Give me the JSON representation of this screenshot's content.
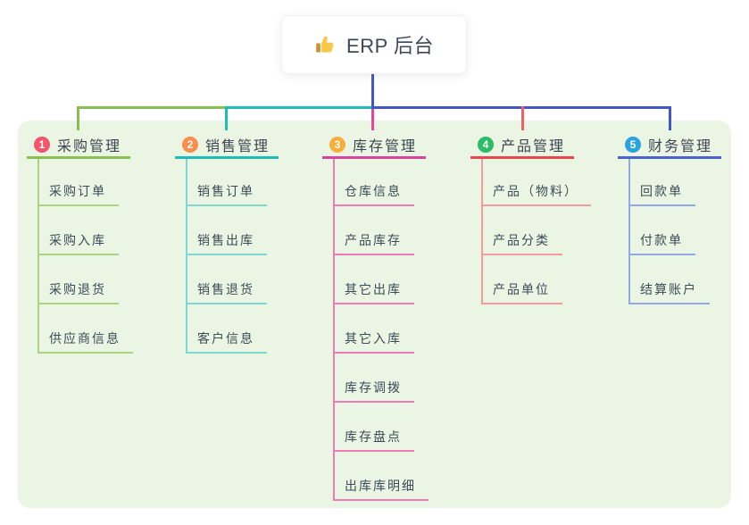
{
  "root": {
    "icon": "thumbs-up-icon",
    "title": "ERP 后台"
  },
  "colors": {
    "page_bg": "#ffffff",
    "panel_bg": "#eaf6e3",
    "trunk": "#4356c9",
    "root_text": "#3d4757",
    "branch_title_text": "#3b4551",
    "child_text": "#3d4a57",
    "thumb_hand": "#f7c84c",
    "thumb_cuff": "#c9943c"
  },
  "branches": [
    {
      "num": "1",
      "title": "采购管理",
      "badge_color": "#f2566b",
      "line_color": "#89bf50",
      "drop_color": "#89bf50",
      "child_line_color": "#abd47f",
      "children": [
        "采购订单",
        "采购入库",
        "采购退货",
        "供应商信息"
      ]
    },
    {
      "num": "2",
      "title": "销售管理",
      "badge_color": "#fb8d4d",
      "line_color": "#1ebdb7",
      "drop_color": "#1ebdb7",
      "child_line_color": "#80d6d0",
      "children": [
        "销售订单",
        "销售出库",
        "销售退货",
        "客户信息"
      ]
    },
    {
      "num": "3",
      "title": "库存管理",
      "badge_color": "#f9ae3c",
      "line_color": "#d8439d",
      "drop_color": "#e8459b",
      "child_line_color": "#ee7ab8",
      "children": [
        "仓库信息",
        "产品库存",
        "其它出库",
        "其它入库",
        "库存调拨",
        "库存盘点",
        "出库库明细"
      ]
    },
    {
      "num": "4",
      "title": "产品管理",
      "badge_color": "#29bd67",
      "line_color": "#e9474f",
      "drop_color": "#ef5f66",
      "child_line_color": "#f49aa1",
      "children": [
        "产品（物料）",
        "产品分类",
        "产品单位"
      ]
    },
    {
      "num": "5",
      "title": "财务管理",
      "badge_color": "#2ba3dd",
      "line_color": "#4a63ce",
      "drop_color": "#4356c9",
      "child_line_color": "#93a9e4",
      "children": [
        "回款单",
        "付款单",
        "结算账户"
      ]
    }
  ]
}
